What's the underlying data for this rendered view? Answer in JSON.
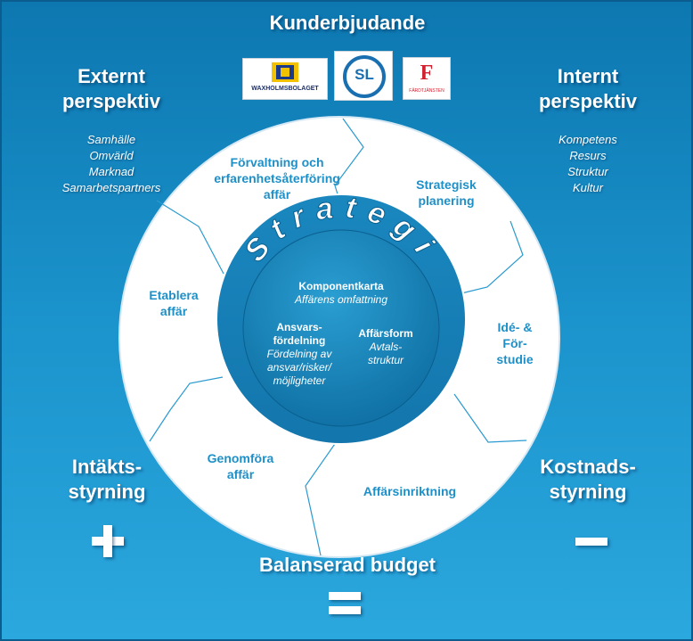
{
  "top_title": "Kunderbjudande",
  "bottom_title": "Balanserad budget",
  "left_top": {
    "heading_line1": "Externt",
    "heading_line2": "perspektiv",
    "items": [
      "Samhälle",
      "Omvärld",
      "Marknad",
      "Samarbetspartners"
    ]
  },
  "right_top": {
    "heading_line1": "Internt",
    "heading_line2": "perspektiv",
    "items": [
      "Kompetens",
      "Resurs",
      "Struktur",
      "Kultur"
    ]
  },
  "left_bottom": {
    "line1": "Intäkts-",
    "line2": "styrning",
    "symbol": "plus"
  },
  "right_bottom": {
    "line1": "Kostnads-",
    "line2": "styrning",
    "symbol": "minus"
  },
  "equals_symbol": "equals",
  "logos": {
    "waxholm": "WAXHOLMSBOLAGET",
    "sl": "SL",
    "f_letter": "F",
    "f_caption": "FÄRDTJÄNSTEN"
  },
  "ring_segments": {
    "forvaltning": [
      "Förvaltning och",
      "erfarenhetsåterföring",
      "affär"
    ],
    "strategisk": [
      "Strategisk",
      "planering"
    ],
    "ide": [
      "Idé- &",
      "För-",
      "studie"
    ],
    "affarsinriktning": [
      "Affärsinriktning"
    ],
    "genomfora": [
      "Genomföra",
      "affär"
    ],
    "etablera": [
      "Etablera",
      "affär"
    ]
  },
  "strategi_word": "Strategi",
  "center": {
    "komponentkarta_title": "Komponentkarta",
    "komponentkarta_sub": "Affärens omfattning",
    "ansvar_title1": "Ansvars-",
    "ansvar_title2": "fördelning",
    "ansvar_sub1": "Fördelning av",
    "ansvar_sub2": "ansvar/risker/",
    "ansvar_sub3": "möjligheter",
    "affarsform_title": "Affärsform",
    "affarsform_sub1": "Avtals-",
    "affarsform_sub2": "struktur"
  },
  "colors": {
    "bg_top": "#0e79b2",
    "bg_bottom": "#2aa6dc",
    "ring_text": "#1e90c8",
    "center_top": "#2494c7",
    "center_bottom": "#0f6fa3",
    "f_red": "#d3202f"
  }
}
